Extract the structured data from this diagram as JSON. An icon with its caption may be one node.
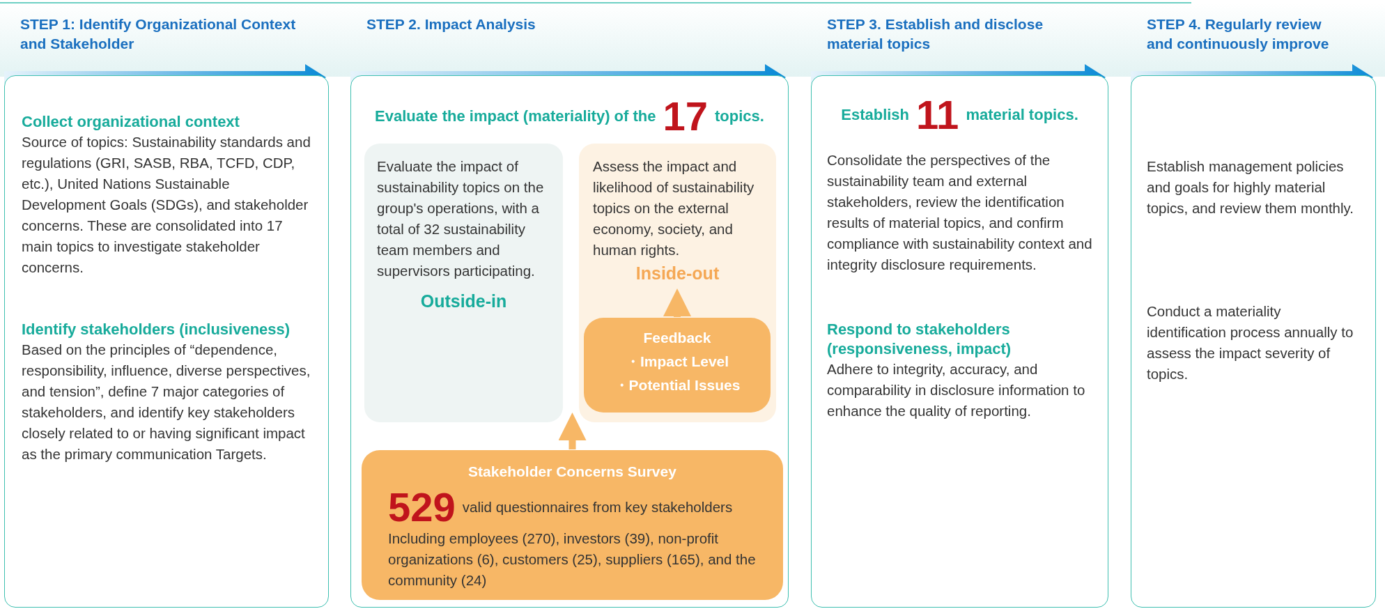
{
  "diagram": {
    "nodes": [
      {
        "text": [
          "STEP 1: Identify Organizational Context and Stakeholder",
          "Collect organizational context",
          "Source of topics: Sustainability standards and regulations (GRI, SASB, RBA, TCFD, CDP, etc.), United Nations Sustainable Development Goals (SDGs), and stakeholder concerns. These are consolidated into 17 main topics to investigate stakeholder concerns.",
          "Identify stakeholders (inclusiveness)",
          "Based on the principles of “dependence, responsibility, influence, diverse perspectives, and tension”, define 7 major categories of stakeholders, and identify key stakeholders closely related to or having significant impact as the primary communication Targets."
        ]
      },
      {
        "text": [
          "STEP 2. Impact Analysis",
          "Evaluate the impact (materiality) of the",
          "17",
          "topics."
        ]
      },
      {
        "text": [
          "Evaluate the impact of sustainability topics on the group's operations, with a total of 32 sustainability team members and supervisors participating.",
          "Outside-in"
        ],
        "in": 1
      },
      {
        "text": [
          "Assess the impact and likelihood of sustainability topics on the external economy, society, and human rights."
        ],
        "in": 1
      },
      {
        "text": [
          "Inside-out"
        ],
        "in": 3
      },
      {
        "text": [
          "Feedback",
          "・Impact Level",
          "・Potential Issues"
        ],
        "in": 3
      },
      {
        "text": [
          "Stakeholder Concerns Survey",
          "529",
          "valid questionnaires from key stakeholders",
          "Including employees (270), investors (39), non-profit organizations (6), customers (25), suppliers (165), and the community (24)"
        ],
        "in": 1
      },
      {
        "text": [
          "STEP 3. Establish and disclose material topics",
          "Establish",
          "11",
          "material topics.",
          "Consolidate the perspectives of the sustainability team and external stakeholders, review the identification results of material topics, and confirm compliance with sustainability context and integrity disclosure requirements.",
          "Respond to stakeholders (responsiveness, impact)",
          "Adhere to integrity, accuracy, and comparability in disclosure information to enhance the quality of reporting."
        ]
      },
      {
        "text": [
          "STEP 4. Regularly review and continuously improve",
          "Establish management policies and goals for highly material topics, and review them monthly.",
          "Conduct a materiality identification process annually to assess the impact severity of topics."
        ]
      }
    ],
    "edges": [
      {
        "from": 6,
        "to": 5,
        "arrow": "to"
      },
      {
        "from": 5,
        "to": 4,
        "arrow": "to"
      }
    ]
  }
}
